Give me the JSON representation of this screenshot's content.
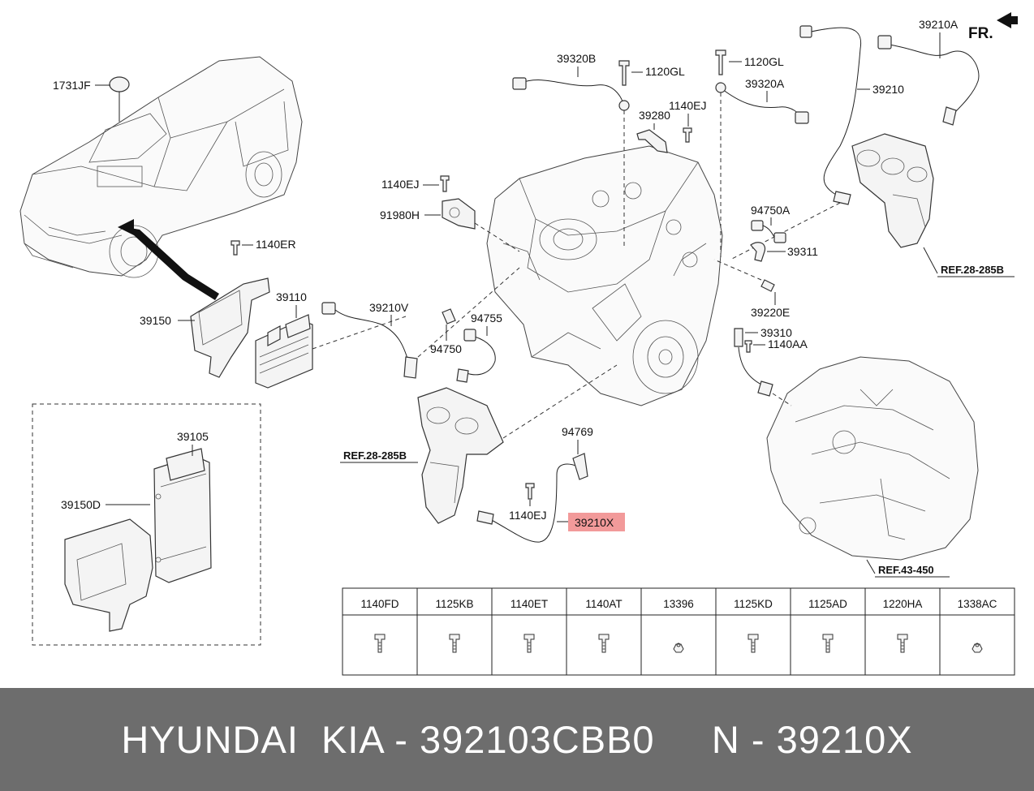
{
  "labels": {
    "l1731JF": "1731JF",
    "l39320B": "39320B",
    "l1120GL_a": "1120GL",
    "l1120GL_b": "1120GL",
    "l39320A": "39320A",
    "l39280": "39280",
    "l1140EJ_a": "1140EJ",
    "l39210A": "39210A",
    "lFR": "FR.",
    "l39210": "39210",
    "l1140EJ_b": "1140EJ",
    "l91980H": "91980H",
    "l94750A": "94750A",
    "l39311": "39311",
    "lREF28_a": "REF.28-285B",
    "l1140ER": "1140ER",
    "l39110": "39110",
    "l39150": "39150",
    "l39210V": "39210V",
    "l94755": "94755",
    "l94750": "94750",
    "l39220E": "39220E",
    "l39310": "39310",
    "l1140AA": "1140AA",
    "l39105": "39105",
    "l39150D": "39150D",
    "l94769": "94769",
    "lREF28_b": "REF.28-285B",
    "l1140EJ_c": "1140EJ",
    "l39210X": "39210X",
    "lREF43": "REF.43-450"
  },
  "fastener_table": {
    "headers": [
      "1140FD",
      "1125KB",
      "1140ET",
      "1140AT",
      "13396",
      "1125KD",
      "1125AD",
      "1220HA",
      "1338AC"
    ],
    "icons": [
      "bolt-icon",
      "bolt-icon",
      "bolt-icon",
      "bolt-icon",
      "nut-icon",
      "bolt-icon",
      "bolt-icon",
      "bolt-icon",
      "nut-icon"
    ]
  },
  "highlight_color": "#f29a9a",
  "footer": {
    "brand": "HYUNDAI  KIA - 392103CBB0",
    "code": "N - 39210X"
  },
  "footer_bg": "#6d6d6d"
}
